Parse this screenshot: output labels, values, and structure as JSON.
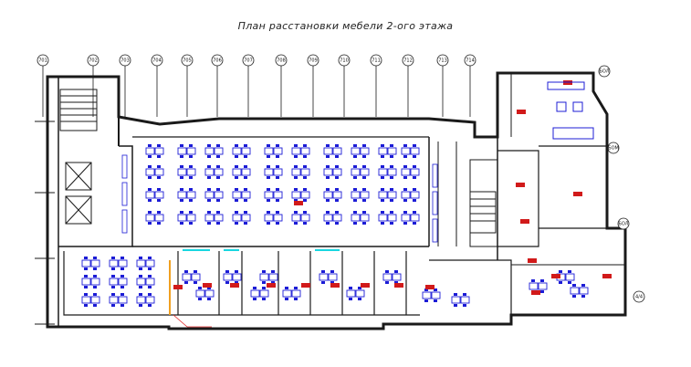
{
  "title": "План расстановки мебели 2-ого этажа",
  "axes_top": [
    "701",
    "702",
    "703",
    "704",
    "705",
    "706",
    "707",
    "708",
    "709",
    "710",
    "711",
    "712",
    "713",
    "714"
  ],
  "axes_right": [
    "БОЛ",
    "БОМ",
    "БОЛ"
  ],
  "axis_right_edge": "4/4",
  "colors": {
    "wall": "#1a1a1a",
    "furniture": "#1c1cd6",
    "room_tag": "#d11a1a",
    "accent_red": "#e02020",
    "accent_cyan": "#19d6e0",
    "accent_orange": "#f0a020"
  }
}
